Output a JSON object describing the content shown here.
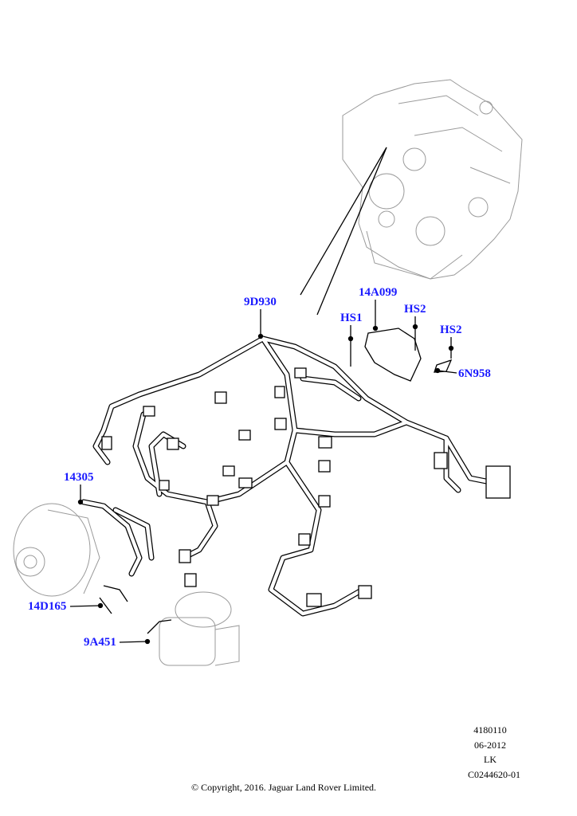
{
  "callouts": [
    {
      "id": "9D930",
      "part": "engine-harness"
    },
    {
      "id": "14A099",
      "part": "harness-cover"
    },
    {
      "id": "HS1",
      "part": "stud"
    },
    {
      "id": "HS2",
      "part": "stud"
    },
    {
      "id": "HS2",
      "part": "stud"
    },
    {
      "id": "6N958",
      "part": "bracket"
    },
    {
      "id": "14305",
      "part": "alternator-lead"
    },
    {
      "id": "14D165",
      "part": "ground-strap"
    },
    {
      "id": "9A451",
      "part": "starter-lead"
    }
  ],
  "meta": {
    "illustration_number": "4180110",
    "date": "06-2012",
    "initials": "LK",
    "reference": "C0244620-01"
  },
  "copyright": "© Copyright, 2016. Jaguar Land Rover Limited.",
  "colors": {
    "callout": "#1a1aff",
    "line": "#000000",
    "ghost": "#9a9a9a"
  }
}
